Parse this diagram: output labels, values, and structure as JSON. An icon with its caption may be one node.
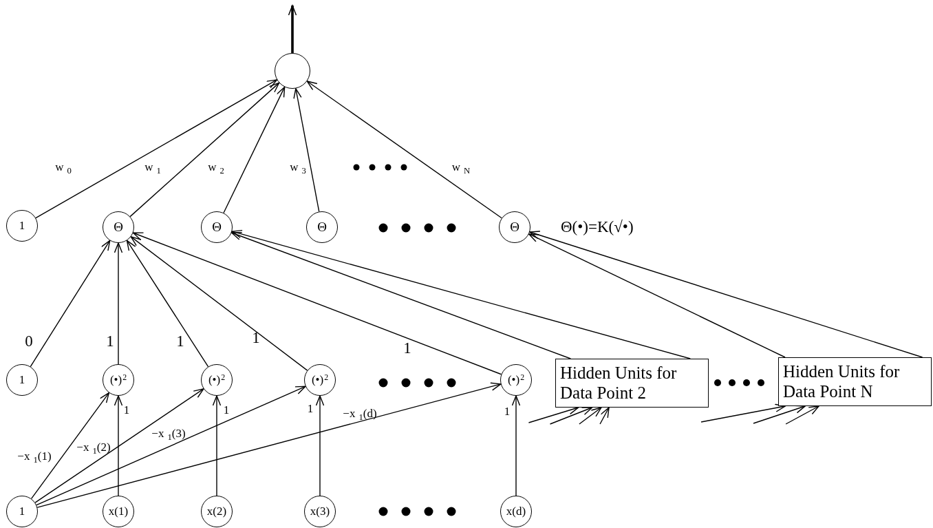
{
  "diagram": {
    "nodes": [
      {
        "text": [],
        "shape": "circle"
      },
      {
        "text": [
          "1"
        ]
      },
      {
        "text": [
          "Θ"
        ]
      },
      {
        "text": [
          "Θ"
        ]
      },
      {
        "text": [
          "Θ"
        ]
      },
      {
        "text": [
          "Θ"
        ]
      },
      {
        "text": [
          "1"
        ]
      },
      {
        "text": [
          "(•)$^{2}$"
        ]
      },
      {
        "text": [
          "(•)$^{2}$"
        ]
      },
      {
        "text": [
          "(•)$^{2}$"
        ]
      },
      {
        "text": [
          "(•)$^{2}$"
        ]
      },
      {
        "text": [
          "Hidden Units for Data Point 2"
        ]
      },
      {
        "text": [
          "Hidden Units for Data Point N"
        ]
      },
      {
        "text": [
          "1"
        ]
      },
      {
        "text": [
          "x(1)"
        ]
      },
      {
        "text": [
          "x(2)"
        ]
      },
      {
        "text": [
          "x(3)"
        ]
      },
      {
        "text": [
          "x(d)"
        ]
      }
    ],
    "edges": [
      {
        "from": 0,
        "to": null,
        "arrow": "to",
        "style": "thick"
      },
      {
        "from": 1,
        "to": 0,
        "arrow": "to",
        "label": "w$_{0}$"
      },
      {
        "from": 2,
        "to": 0,
        "arrow": "to",
        "label": "w$_{1}$"
      },
      {
        "from": 3,
        "to": 0,
        "arrow": "to",
        "label": "w$_{2}$"
      },
      {
        "from": 4,
        "to": 0,
        "arrow": "to",
        "label": "w$_{3}$"
      },
      {
        "from": 5,
        "to": 0,
        "arrow": "to",
        "label": "w$_{N}$"
      },
      {
        "from": 6,
        "to": 2,
        "arrow": "to",
        "label": "0"
      },
      {
        "from": 7,
        "to": 2,
        "arrow": "to",
        "label": "1"
      },
      {
        "from": 8,
        "to": 2,
        "arrow": "to",
        "label": "1"
      },
      {
        "from": 9,
        "to": 2,
        "arrow": "to",
        "label": "1"
      },
      {
        "from": 10,
        "to": 2,
        "arrow": "to",
        "label": "1"
      },
      {
        "from": 11,
        "to": 3,
        "arrow": "to"
      },
      {
        "from": 11,
        "to": 3,
        "arrow": "to"
      },
      {
        "from": 12,
        "to": 5,
        "arrow": "to"
      },
      {
        "from": 12,
        "to": 5,
        "arrow": "to"
      },
      {
        "from": 13,
        "to": 7,
        "arrow": "to",
        "label": "−x$_{1}$(1)"
      },
      {
        "from": 13,
        "to": 8,
        "arrow": "to",
        "label": "−x$_{1}$(2)"
      },
      {
        "from": 13,
        "to": 9,
        "arrow": "to",
        "label": "−x$_{1}$(3)"
      },
      {
        "from": 13,
        "to": 10,
        "arrow": "to",
        "label": "−x$_{1}$(d)"
      },
      {
        "from": 14,
        "to": 7,
        "arrow": "to",
        "label": "1"
      },
      {
        "from": 15,
        "to": 8,
        "arrow": "to",
        "label": "1"
      },
      {
        "from": 16,
        "to": 9,
        "arrow": "to",
        "label": "1"
      },
      {
        "from": 17,
        "to": 10,
        "arrow": "to",
        "label": "1"
      },
      {
        "from": null,
        "to": 11,
        "arrow": "to"
      },
      {
        "from": null,
        "to": 11,
        "arrow": "to"
      },
      {
        "from": null,
        "to": 11,
        "arrow": "to"
      },
      {
        "from": null,
        "to": 11,
        "arrow": "to"
      },
      {
        "from": null,
        "to": 12,
        "arrow": "to"
      },
      {
        "from": null,
        "to": 12,
        "arrow": "to"
      },
      {
        "from": null,
        "to": 12,
        "arrow": "to"
      }
    ],
    "labels": [
      "Θ(•)=K(√•)"
    ]
  }
}
